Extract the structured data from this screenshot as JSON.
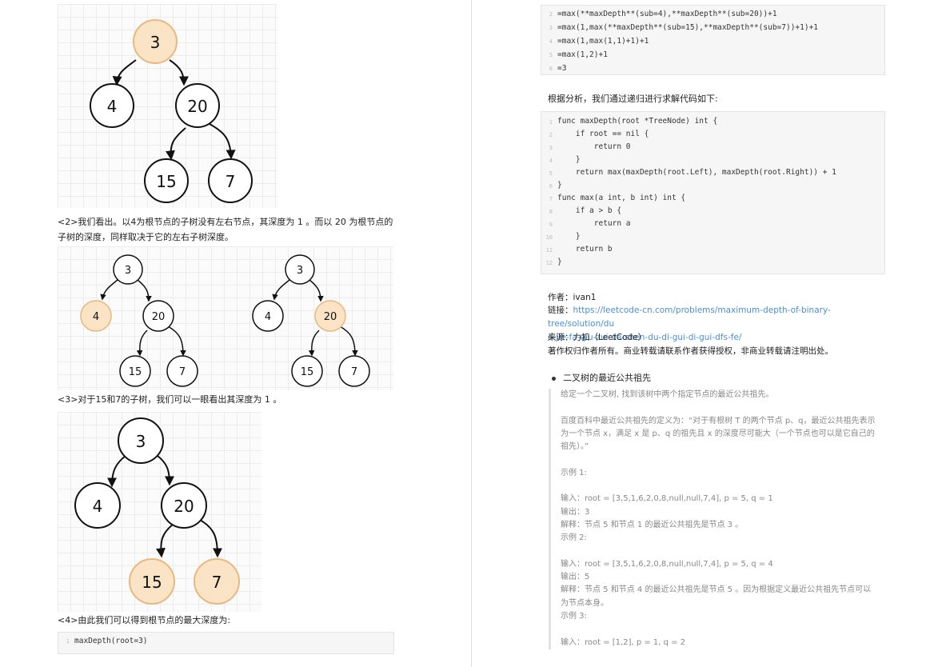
{
  "left": {
    "tree1": {
      "root": "3",
      "left": "4",
      "right": "20",
      "right_left": "15",
      "right_right": "7"
    },
    "step2_line1": "<2>我们看出。以4为根节点的子树没有左右节点，其深度为 1 。而以 20 为根节点的",
    "step2_line2": "子树的深度，同样取决于它的左右子树深度。",
    "tree2a": {
      "root": "3",
      "left": "4",
      "right": "20",
      "right_left": "15",
      "right_right": "7"
    },
    "tree2b": {
      "root": "3",
      "left": "4",
      "right": "20",
      "right_left": "15",
      "right_right": "7"
    },
    "step3": "<3>对于15和7的子树，我们可以一眼看出其深度为 1 。",
    "tree3": {
      "root": "3",
      "left": "4",
      "right": "20",
      "right_left": "15",
      "right_right": "7"
    },
    "step4": "<4>由此我们可以得到根节点的最大深度为:",
    "code": [
      {
        "n": "1",
        "t": "maxDepth(root=3)"
      }
    ]
  },
  "right": {
    "top_code": [
      {
        "n": "2",
        "t": "=max(**maxDepth**(sub=4),**maxDepth**(sub=20))+1"
      },
      {
        "n": "3",
        "t": "=max(1,max(**maxDepth**(sub=15),**maxDepth**(sub=7))+1)+1"
      },
      {
        "n": "4",
        "t": "=max(1,max(1,1)+1)+1"
      },
      {
        "n": "5",
        "t": "=max(1,2)+1"
      },
      {
        "n": "6",
        "t": "=3"
      }
    ],
    "analysis": "根据分析，我们通过递归进行求解代码如下:",
    "main_code": [
      {
        "n": "1",
        "t": "func maxDepth(root *TreeNode) int {"
      },
      {
        "n": "2",
        "t": "    if root == nil {"
      },
      {
        "n": "3",
        "t": "        return 0"
      },
      {
        "n": "4",
        "t": "    }"
      },
      {
        "n": "5",
        "t": "    return max(maxDepth(root.Left), maxDepth(root.Right)) + 1"
      },
      {
        "n": "6",
        "t": "}"
      },
      {
        "n": "7",
        "t": "func max(a int, b int) int {"
      },
      {
        "n": "8",
        "t": "    if a > b {"
      },
      {
        "n": "9",
        "t": "        return a"
      },
      {
        "n": "10",
        "t": "    }"
      },
      {
        "n": "11",
        "t": "    return b"
      },
      {
        "n": "12",
        "t": "}"
      }
    ],
    "author_label": "作者：",
    "author": "ivan1",
    "link_label": "链接：",
    "link_line1": "https://leetcode-cn.com/problems/maximum-depth-of-binary-tree/solution/du",
    "link_line2": "o-jie-fa-qiu-zui-da-shen-du-di-gui-di-gui-dfs-fe/",
    "source_label": "来源：",
    "source": "力扣（LeetCode）",
    "copyright": "著作权归作者所有。商业转载请联系作者获得授权，非商业转载请注明出处。",
    "bullet_title": "二叉树的最近公共祖先",
    "quote_lines": [
      "给定一个二叉树, 找到该树中两个指定节点的最近公共祖先。",
      "",
      "百度百科中最近公共祖先的定义为：“对于有根树 T 的两个节点 p、q，最近公共祖先表示",
      "为一个节点 x，满足 x 是 p、q 的祖先且 x 的深度尽可能大（一个节点也可以是它自己的",
      "祖先）。”",
      "",
      "示例 1:",
      "",
      "输入：root = [3,5,1,6,2,0,8,null,null,7,4], p = 5, q = 1",
      "输出：3",
      "解释：节点 5 和节点 1 的最近公共祖先是节点 3 。",
      "示例 2:",
      "",
      "输入：root = [3,5,1,6,2,0,8,null,null,7,4], p = 5, q = 4",
      "输出：5",
      "解释：节点 5 和节点 4 的最近公共祖先是节点 5 。因为根据定义最近公共祖先节点可以",
      "为节点本身。",
      "示例 3:",
      "",
      "输入：root = [1,2], p = 1, q = 2"
    ]
  },
  "colors": {
    "highlight_fill": "#fbe3c6",
    "highlight_stroke": "#e8b880",
    "node_stroke": "#111111",
    "link": "#4a8fd6"
  }
}
